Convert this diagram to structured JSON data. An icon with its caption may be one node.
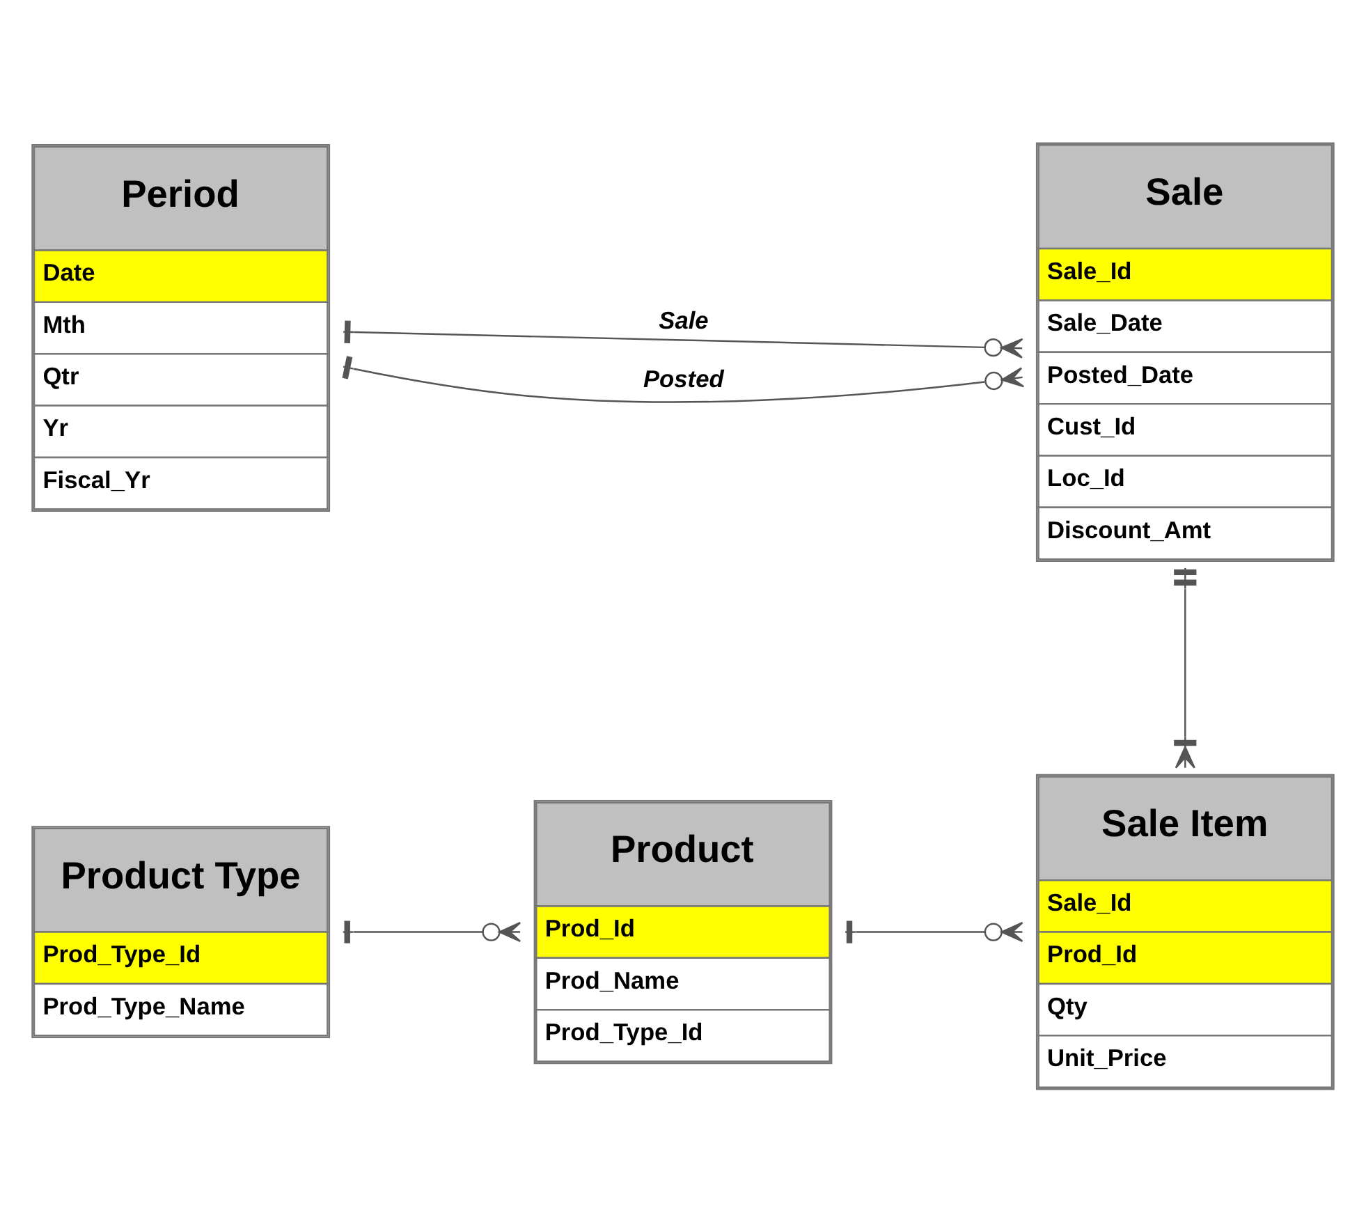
{
  "diagram": {
    "nodes": [
      {
        "text": [
          "Period",
          "Date",
          "Mth",
          "Qtr",
          "Yr",
          "Fiscal_Yr"
        ]
      },
      {
        "text": [
          "Sale",
          "Sale_Id",
          "Sale_Date",
          "Posted_Date",
          "Cust_Id",
          "Loc_Id",
          "Discount_Amt"
        ]
      },
      {
        "text": [
          "Product Type",
          "Prod_Type_Id",
          "Prod_Type_Name"
        ]
      },
      {
        "text": [
          "Product",
          "Prod_Id",
          "Prod_Name",
          "Prod_Type_Id"
        ]
      },
      {
        "text": [
          "Sale Item",
          "Sale_Id",
          "Prod_Id",
          "Qty",
          "Unit_Price"
        ]
      }
    ],
    "edges": [
      {
        "from": 0,
        "to": 1,
        "arrow": "other",
        "label": "Sale"
      },
      {
        "from": 0,
        "to": 1,
        "arrow": "other",
        "label": "Posted"
      },
      {
        "from": 1,
        "to": 4,
        "arrow": "other"
      },
      {
        "from": 2,
        "to": 3,
        "arrow": "other"
      },
      {
        "from": 3,
        "to": 4,
        "arrow": "other"
      }
    ]
  }
}
